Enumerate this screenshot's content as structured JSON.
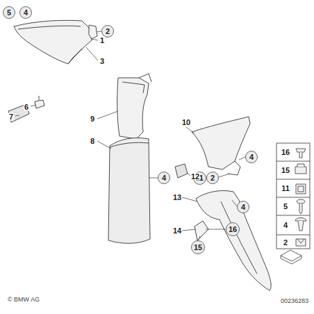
{
  "diagram": {
    "nodes": [
      {
        "text": [
          "5"
        ]
      },
      {
        "text": [
          "4"
        ]
      },
      {
        "text": [
          "2"
        ]
      },
      {
        "text": [
          "4"
        ]
      },
      {
        "text": [
          "4"
        ]
      },
      {
        "text": [
          "2"
        ]
      },
      {
        "text": [
          "11"
        ]
      },
      {
        "text": [
          "4"
        ]
      },
      {
        "text": [
          "16"
        ]
      },
      {
        "text": [
          "15"
        ]
      }
    ],
    "labels": [
      "1",
      "3",
      "6",
      "7",
      "9",
      "8",
      "10",
      "12",
      "13",
      "14",
      "16",
      "15",
      "11",
      "5",
      "4",
      "2",
      "© BMW AG",
      "00236283"
    ]
  }
}
